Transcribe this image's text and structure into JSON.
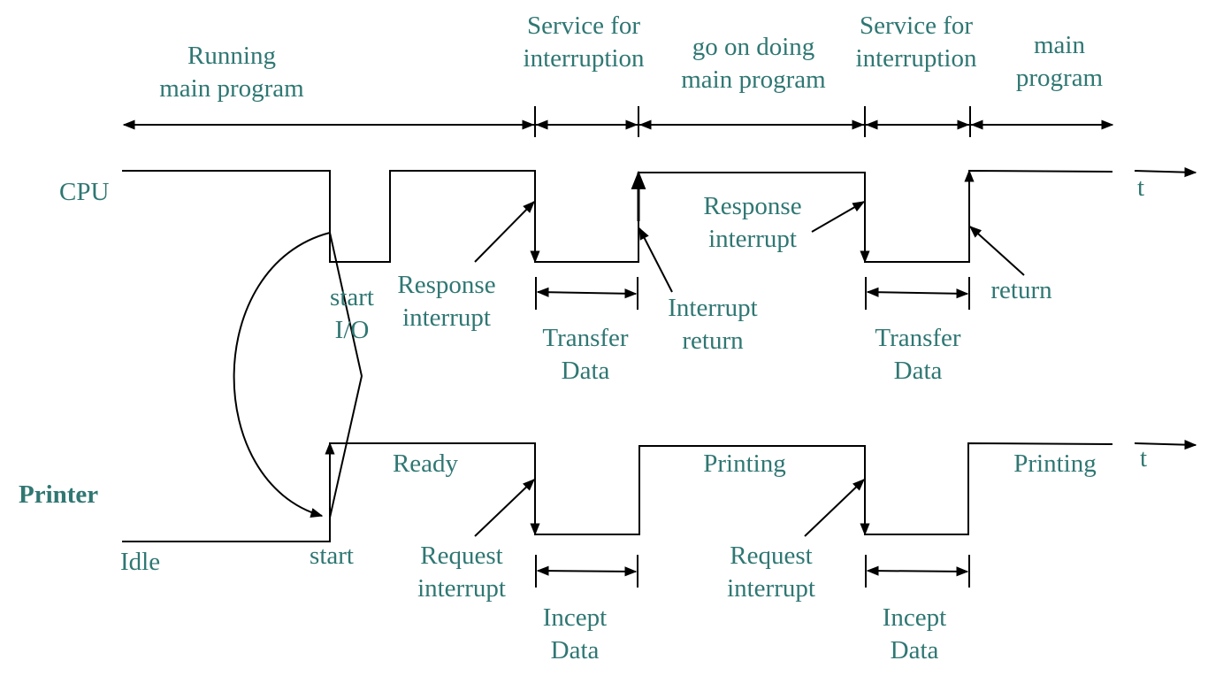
{
  "colors": {
    "text": "#2f7773",
    "lines": "#000000",
    "background": "#ffffff"
  },
  "signals": {
    "cpu": "CPU",
    "printer": "Printer",
    "time_axis": "t"
  },
  "phases": {
    "running": [
      "Running",
      "main program"
    ],
    "service1": [
      "Service for",
      "interruption"
    ],
    "go_on": [
      "go on doing",
      "main program"
    ],
    "service2": [
      "Service for",
      "interruption"
    ],
    "main_program": [
      "main",
      "program"
    ]
  },
  "cpu_labels": {
    "start_io": [
      "start",
      "I/O"
    ],
    "response_interrupt_1": [
      "Response",
      "interrupt"
    ],
    "transfer_data_1": [
      "Transfer",
      "Data"
    ],
    "interrupt_return": [
      "Interrupt",
      "return"
    ],
    "response_interrupt_2": [
      "Response",
      "interrupt"
    ],
    "transfer_data_2": [
      "Transfer",
      "Data"
    ],
    "return": "return"
  },
  "printer_labels": {
    "idle": "Idle",
    "start": "start",
    "ready": "Ready",
    "request_interrupt_1": [
      "Request",
      "interrupt"
    ],
    "incept_data_1": [
      "Incept",
      "Data"
    ],
    "printing_1": "Printing",
    "request_interrupt_2": [
      "Request",
      "interrupt"
    ],
    "incept_data_2": [
      "Incept",
      "Data"
    ],
    "printing_2": "Printing"
  }
}
